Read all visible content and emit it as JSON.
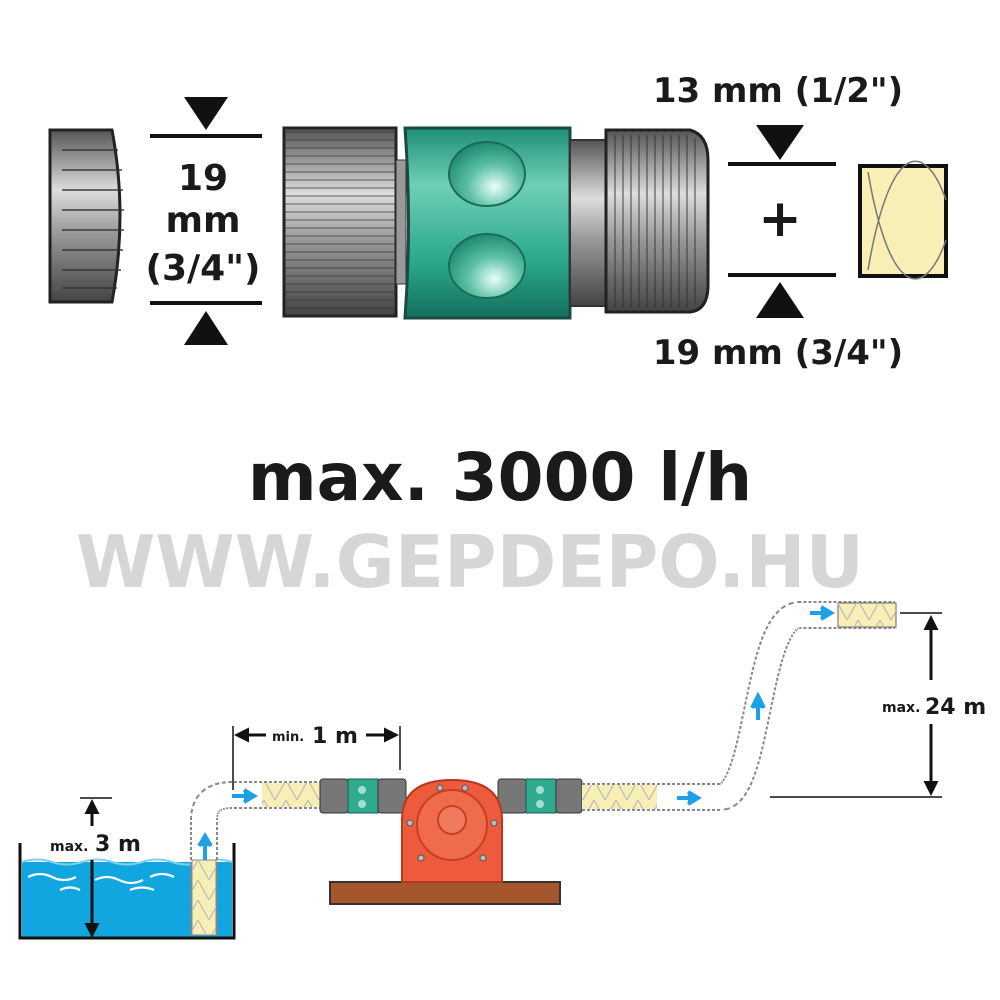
{
  "top_dimensions": {
    "left": {
      "line1": "19",
      "line2": "mm",
      "line3": "(3/4\")"
    },
    "right_top": "13 mm (1/2\")",
    "right_plus": "+",
    "right_bottom": "19 mm (3/4\")"
  },
  "watermark": "WWW.GEPDEPO.HU",
  "flow_rate": "max. 3000 l/h",
  "installation": {
    "suction_prefix": "max.",
    "suction_value": "3 m",
    "distance_prefix": "min.",
    "distance_value": "1 m",
    "delivery_prefix": "max.",
    "delivery_value": "24 m"
  },
  "colors": {
    "teal": "#2fa98f",
    "water": "#12a6e0",
    "pump": "#ee5a3c",
    "base": "#a5562a",
    "hose": "#f7efb5",
    "arrow": "#1ea0e6"
  }
}
